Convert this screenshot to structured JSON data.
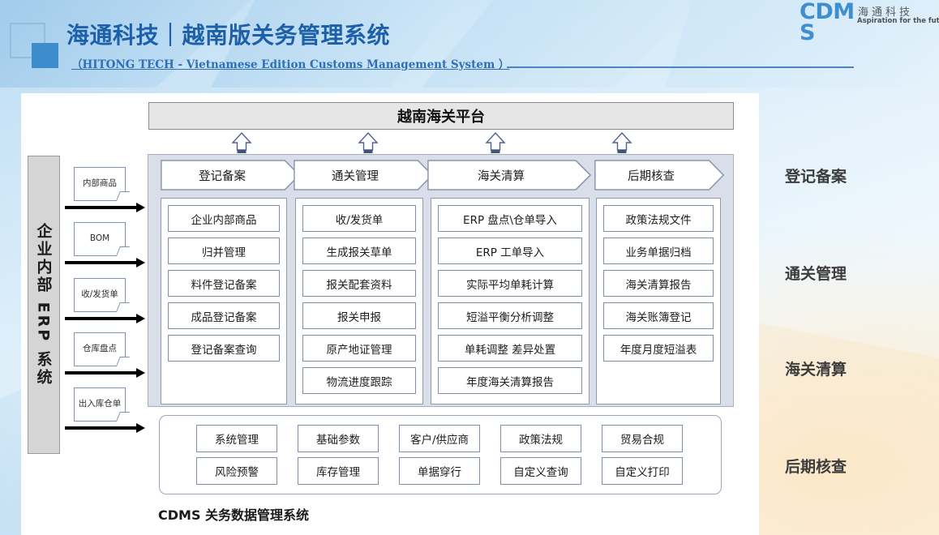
{
  "header": {
    "title": "海通科技｜越南版关务管理系统",
    "subtitle": "（HITONG TECH - Vietnamese Edition Customs Management System ）",
    "brand_code": "CDMS",
    "brand_cn": "海通科技",
    "brand_tagline": "Aspiration for the future",
    "accent_color": "#1d5fa8",
    "rule_color": "#4a86c4"
  },
  "diagram": {
    "platform_bar": "越南海关平台",
    "erp_bar": "企业内部 ERP 系统",
    "erp_docs": [
      {
        "label": "内部商品"
      },
      {
        "label": "BOM"
      },
      {
        "label": "收/发货单"
      },
      {
        "label": "仓库盘点"
      },
      {
        "label": "出入库仓单"
      }
    ],
    "stages": [
      {
        "label": "登记备案"
      },
      {
        "label": "通关管理"
      },
      {
        "label": "海关清算"
      },
      {
        "label": "后期核查"
      }
    ],
    "columns": [
      {
        "stage": "登记备案",
        "items": [
          "企业内部商品",
          "归并管理",
          "料件登记备案",
          "成品登记备案",
          "登记备案查询"
        ]
      },
      {
        "stage": "通关管理",
        "items": [
          "收/发货单",
          "生成报关草单",
          "报关配套资料",
          "报关申报",
          "原产地证管理",
          "物流进度跟踪"
        ]
      },
      {
        "stage": "海关清算",
        "items": [
          "ERP 盘点\\仓单导入",
          "ERP 工单导入",
          "实际平均单耗计算",
          "短溢平衡分析调整",
          "单耗调整  差异处置",
          "年度海关清算报告"
        ]
      },
      {
        "stage": "后期核查",
        "items": [
          "政策法规文件",
          "业务单据归档",
          "海关清算报告",
          "海关账簿登记",
          "年度月度短溢表"
        ]
      }
    ],
    "bottom_row1": [
      "系统管理",
      "基础参数",
      "客户/供应商",
      "政策法规",
      "贸易合规"
    ],
    "bottom_row2": [
      "风险预警",
      "库存管理",
      "单据穿行",
      "自定义查询",
      "自定义打印"
    ],
    "footer": "CDMS 关务数据管理系统"
  },
  "side_labels": [
    {
      "label": "登记备案"
    },
    {
      "label": "通关管理"
    },
    {
      "label": "海关清算"
    },
    {
      "label": "后期核查"
    }
  ]
}
